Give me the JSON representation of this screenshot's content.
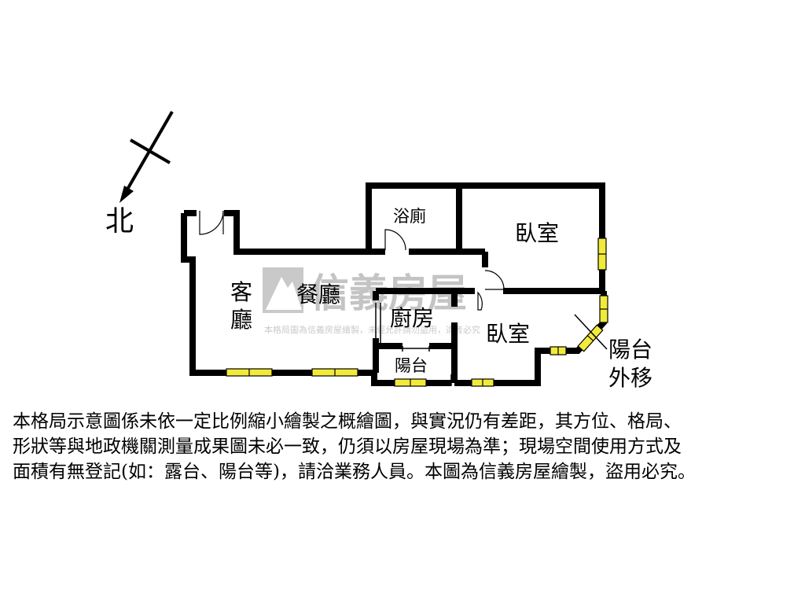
{
  "compass": {
    "label": "北"
  },
  "rooms": {
    "bath": "浴廁",
    "bedroom_1": "臥室",
    "living_1": "客",
    "living_2": "廳",
    "dining": "餐廳",
    "kitchen": "廚房",
    "bedroom_2": "臥室",
    "balcony": "陽台"
  },
  "annotation": {
    "line1": "陽台",
    "line2": "外移"
  },
  "watermark": {
    "brand": "信義房屋",
    "note": "本格局圖為信義房屋繪製，未經允許請勿盜用，違者必究"
  },
  "disclaimer": {
    "line1": "本格局示意圖係未依一定比例縮小繪製之概繪圖，與實況仍有差距，其方位、格局、",
    "line2": "形狀等與地政機關測量成果圖未必一致，仍須以房屋現場為準；現場空間使用方式及",
    "line3": "面積有無登記(如：露台、陽台等)，請洽業務人員。本圖為信義房屋繪製，盜用必究。"
  },
  "colors": {
    "wall": "#000000",
    "window": "#f2ea3a",
    "watermark": "#9a9a9a"
  }
}
